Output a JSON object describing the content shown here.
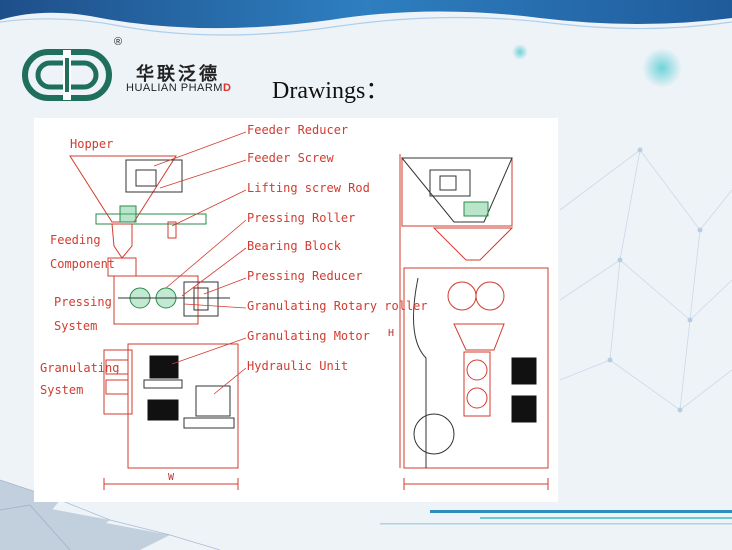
{
  "brand": {
    "reg_mark": "®",
    "name_cn": "华联泛德",
    "name_en": "HUALIAN PHARM",
    "name_en_suffix": "D",
    "logo_icon": "cd-ring-logo-icon",
    "color_primary": "#1f6f5c",
    "color_accent": "#d9342b"
  },
  "title": "Drawings：",
  "diagram": {
    "line_color": "#d23b2f",
    "callouts_right": [
      "Feeder Reducer",
      "Feeder Screw",
      "Lifting screw Rod",
      "Pressing Roller",
      "Bearing Block",
      "Pressing Reducer",
      "Granulating Rotary roller",
      "Granulating Motor",
      "Hydraulic Unit"
    ],
    "labels_left": {
      "hopper": "Hopper",
      "feeding_1": "Feeding",
      "feeding_2": "Component",
      "pressing_1": "Pressing",
      "pressing_2": "System",
      "granulating_1": "Granulating",
      "granulating_2": "System"
    },
    "dimension_w": "W",
    "dimension_h": "H"
  }
}
